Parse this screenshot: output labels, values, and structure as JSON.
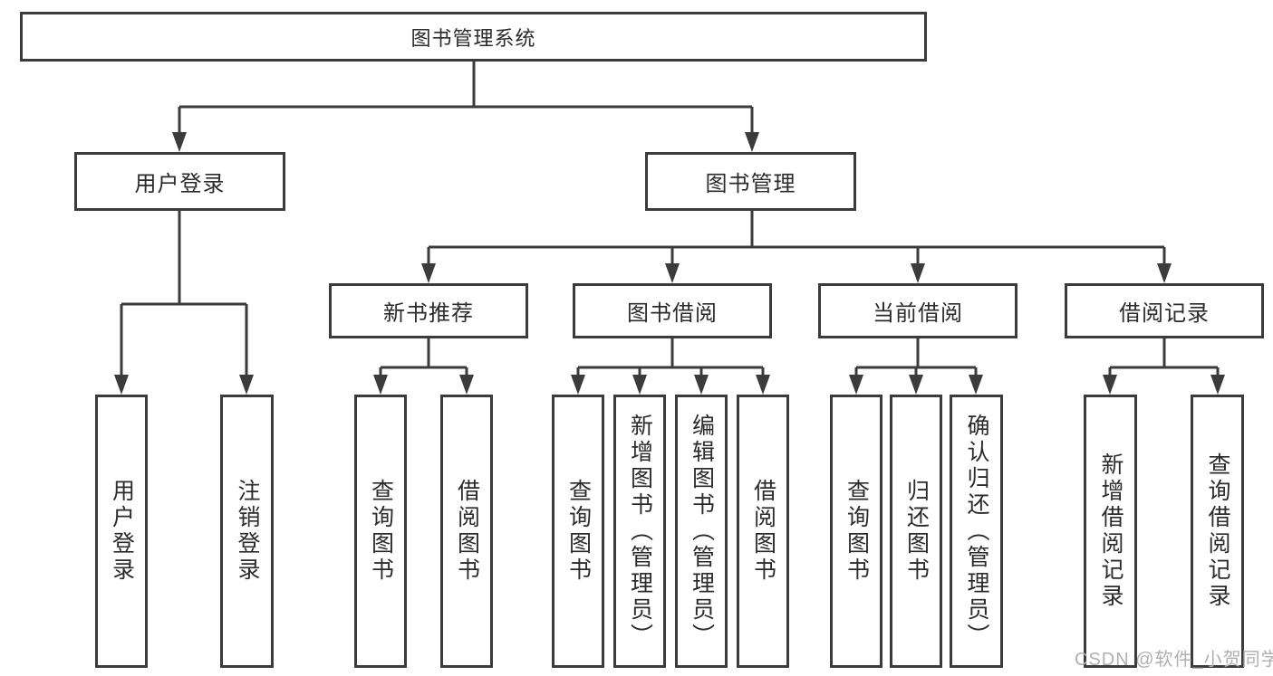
{
  "watermark": "CSDN @软件_小贺同学",
  "colors": {
    "line": "#3b3b3b",
    "box_border": "#3b3b3b",
    "box_fill": "#ffffff",
    "text": "#2b2b2b",
    "watermark_text": "#b0b0b0",
    "background": "#ffffff"
  },
  "tree": {
    "label": "图书管理系统",
    "children": [
      {
        "label": "用户登录",
        "children": [
          {
            "label": "用户登录"
          },
          {
            "label": "注销登录"
          }
        ]
      },
      {
        "label": "图书管理",
        "children": [
          {
            "label": "新书推荐",
            "children": [
              {
                "label": "查询图书"
              },
              {
                "label": "借阅图书"
              }
            ]
          },
          {
            "label": "图书借阅",
            "children": [
              {
                "label": "查询图书"
              },
              {
                "label": "新增图书（管理员）"
              },
              {
                "label": "编辑图书（管理员）"
              },
              {
                "label": "借阅图书"
              }
            ]
          },
          {
            "label": "当前借阅",
            "children": [
              {
                "label": "查询图书"
              },
              {
                "label": "归还图书"
              },
              {
                "label": "确认归还（管理员）"
              }
            ]
          },
          {
            "label": "借阅记录",
            "children": [
              {
                "label": "新增借阅记录"
              },
              {
                "label": "查询借阅记录"
              }
            ]
          }
        ]
      }
    ]
  }
}
